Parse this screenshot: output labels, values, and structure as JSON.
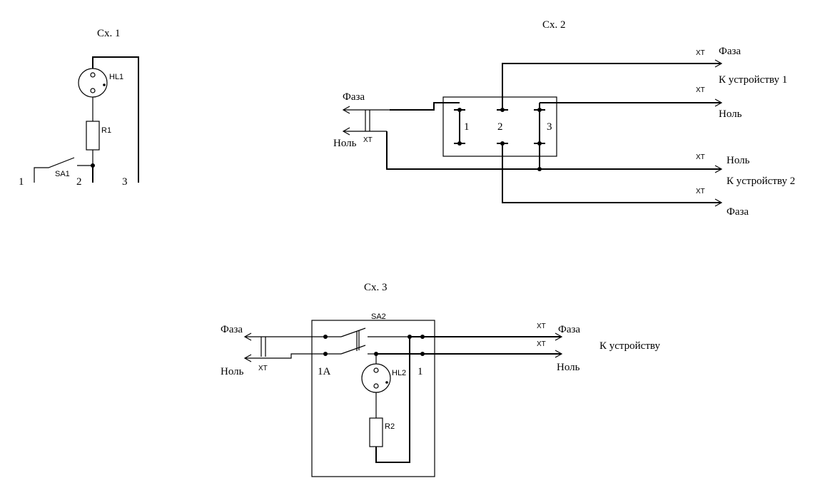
{
  "scheme1": {
    "title": "Сх. 1",
    "lamp": "HL1",
    "resistor": "R1",
    "switch": "SA1",
    "terminals": [
      "1",
      "2",
      "3"
    ]
  },
  "scheme2": {
    "title": "Сх. 2",
    "left_phase": "Фаза",
    "left_neutral": "Ноль",
    "left_xt": "ХТ",
    "contacts": [
      "1",
      "2",
      "3"
    ],
    "out1_phase": "Фаза",
    "out1_label": "К устройству 1",
    "out1_neutral": "Ноль",
    "out2_neutral": "Ноль",
    "out2_label": "К устройству 2",
    "out2_phase": "Фаза",
    "xt": "ХТ"
  },
  "scheme3": {
    "title": "Сх. 3",
    "switch": "SA2",
    "lamp": "HL2",
    "resistor": "R2",
    "left_phase": "Фаза",
    "left_neutral": "Ноль",
    "left_xt": "ХТ",
    "terminal_1a": "1А",
    "terminal_1": "1",
    "right_phase": "Фаза",
    "right_neutral": "Ноль",
    "device_label": "К устройству",
    "xt": "ХТ"
  }
}
